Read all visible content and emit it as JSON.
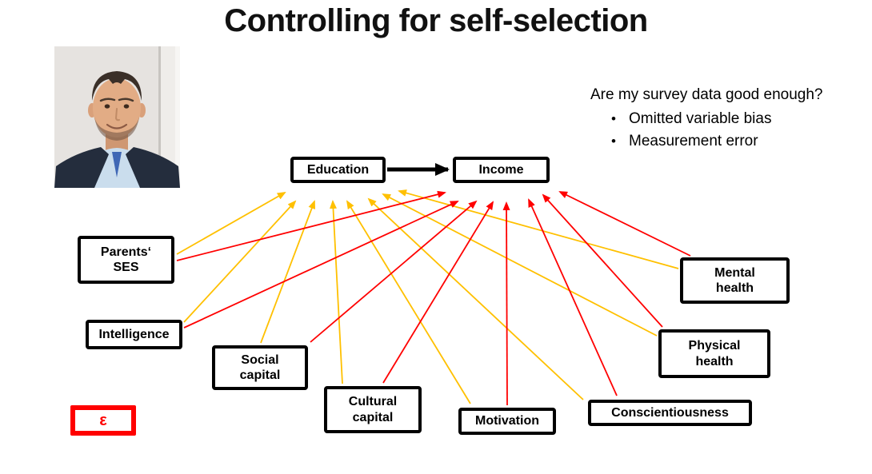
{
  "slide": {
    "title": "Controlling for self-selection",
    "note": {
      "heading": "Are my survey data good enough?",
      "bullet_glyph": "•",
      "bullets": [
        "Omitted variable bias",
        "Measurement error"
      ]
    },
    "colors": {
      "education_edge": "#FFC000",
      "income_edge": "#FF0000",
      "main_arrow": "#000000",
      "box_border": "#000000",
      "error_term": "#FF0000"
    }
  },
  "diagram": {
    "nodes": {
      "education": {
        "label": "Education"
      },
      "income": {
        "label": "Income"
      },
      "parents_ses": {
        "label": "Parents‘\nSES"
      },
      "intelligence": {
        "label": "Intelligence"
      },
      "social_capital": {
        "label": "Social\ncapital"
      },
      "cultural_capital": {
        "label": "Cultural\ncapital"
      },
      "motivation": {
        "label": "Motivation"
      },
      "conscientiousness": {
        "label": "Conscientiousness"
      },
      "physical_health": {
        "label": "Physical\nhealth"
      },
      "mental_health": {
        "label": "Mental\nhealth"
      },
      "error_term": {
        "label": "ε"
      }
    },
    "main_edge": {
      "from": "education",
      "to": "income"
    },
    "edges": [
      {
        "from": "parents_ses",
        "to": "education"
      },
      {
        "from": "intelligence",
        "to": "education"
      },
      {
        "from": "social_capital",
        "to": "education"
      },
      {
        "from": "cultural_capital",
        "to": "education"
      },
      {
        "from": "motivation",
        "to": "education"
      },
      {
        "from": "conscientiousness",
        "to": "education"
      },
      {
        "from": "physical_health",
        "to": "education"
      },
      {
        "from": "mental_health",
        "to": "education"
      },
      {
        "from": "parents_ses",
        "to": "income"
      },
      {
        "from": "intelligence",
        "to": "income"
      },
      {
        "from": "social_capital",
        "to": "income"
      },
      {
        "from": "cultural_capital",
        "to": "income"
      },
      {
        "from": "motivation",
        "to": "income"
      },
      {
        "from": "conscientiousness",
        "to": "income"
      },
      {
        "from": "physical_health",
        "to": "income"
      },
      {
        "from": "mental_health",
        "to": "income"
      }
    ]
  }
}
